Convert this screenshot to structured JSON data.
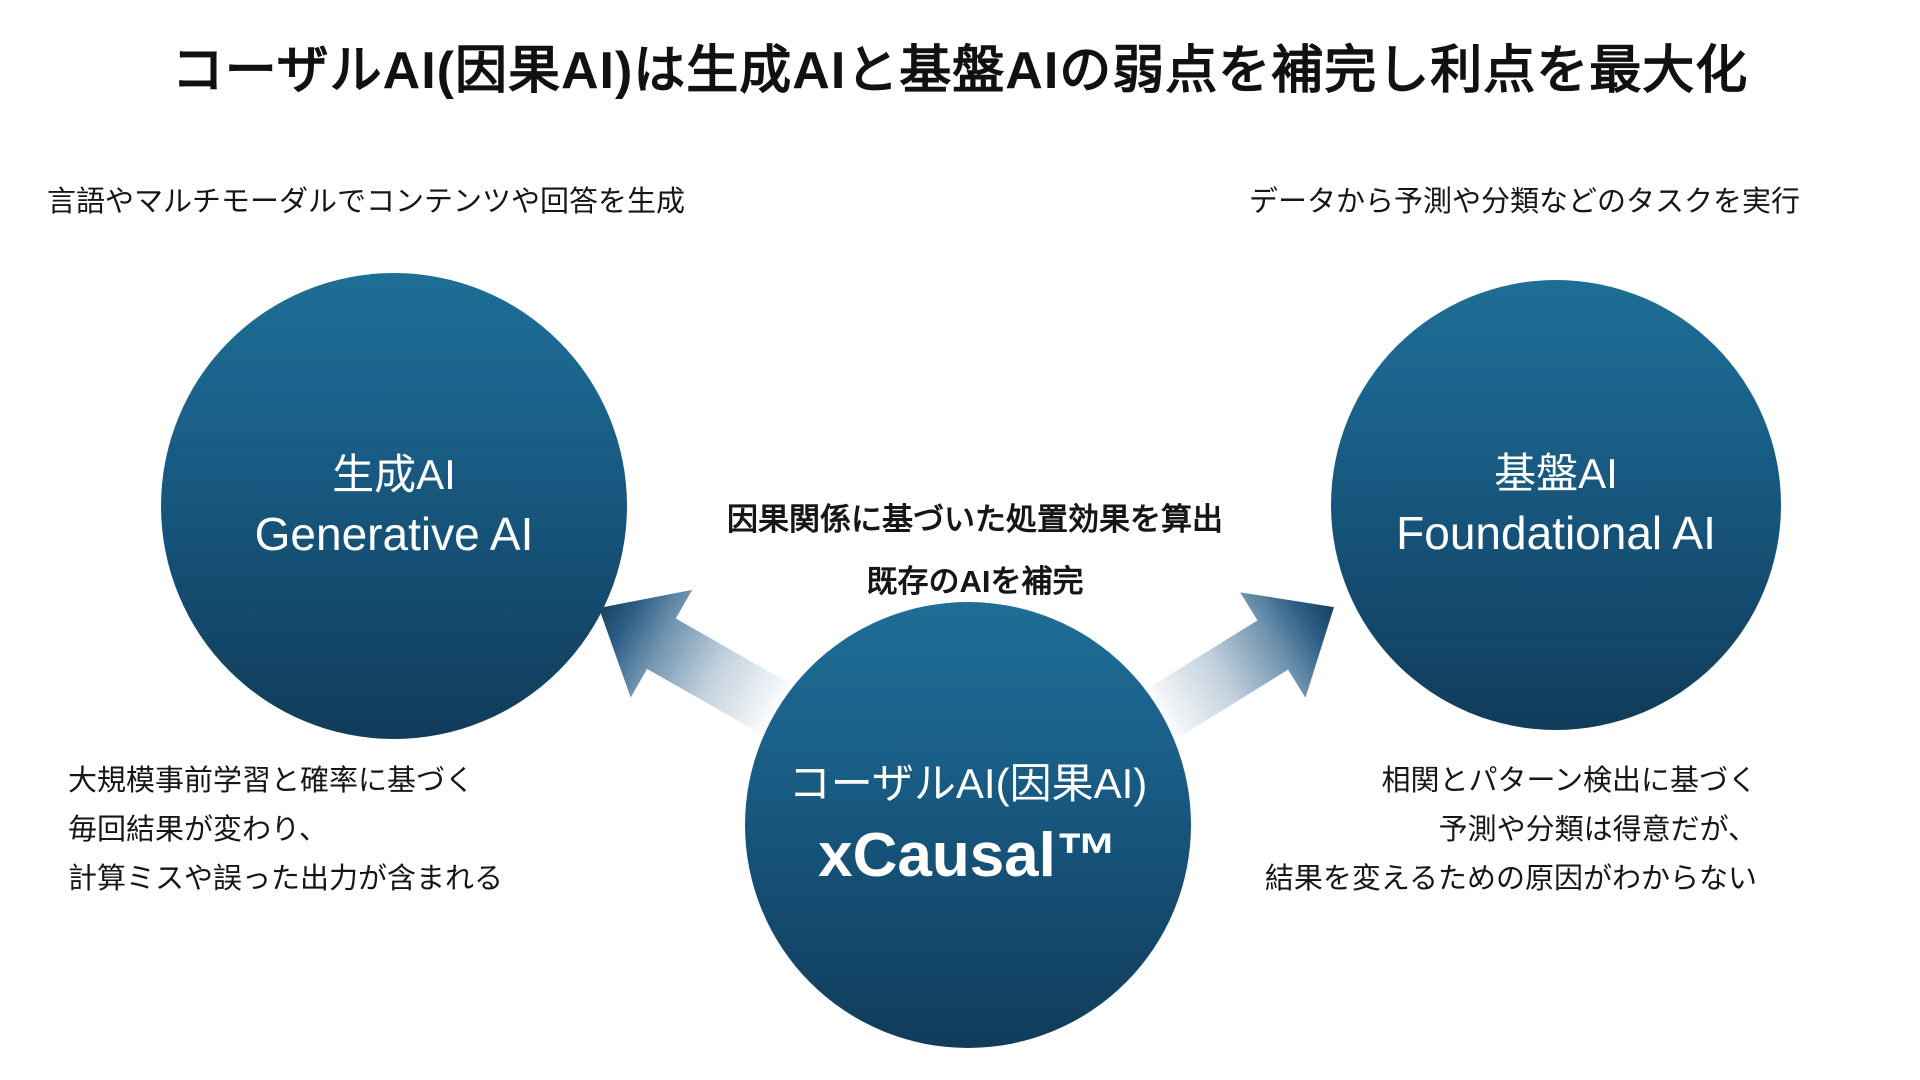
{
  "title": "コーザルAI(因果AI)は生成AIと基盤AIの弱点を補完し利点を最大化",
  "generative": {
    "caption": "言語やマルチモーダルでコンテンツや回答を生成",
    "label_ja": "生成AI",
    "label_en": "Generative AI",
    "weaknesses": [
      "大規模事前学習と確率に基づく",
      "毎回結果が変わり、",
      "計算ミスや誤った出力が含まれる"
    ]
  },
  "foundational": {
    "caption": "データから予測や分類などのタスクを実行",
    "label_ja": "基盤AI",
    "label_en": "Foundational AI",
    "weaknesses": [
      "相関とパターン検出に基づく",
      "予測や分類は得意だが、",
      "結果を変えるための原因がわからない"
    ]
  },
  "causal": {
    "label_ja": "コーザルAI(因果AI)",
    "product": "xCausal™",
    "note": [
      "因果関係に基づいた処置効果を算出",
      "既存のAIを補完"
    ]
  },
  "icons": {
    "left_arrow": "block-arrow-up-left",
    "right_arrow": "block-arrow-up-right"
  },
  "colors": {
    "circle_gradient_top": "#1E6E96",
    "circle_gradient_bottom": "#113C5A",
    "arrow_head_dark": "#16405F",
    "arrow_tail_light": "#FFFFFF",
    "text": "#161616",
    "circle_text": "#FFFFFF",
    "background": "#FFFFFF"
  }
}
